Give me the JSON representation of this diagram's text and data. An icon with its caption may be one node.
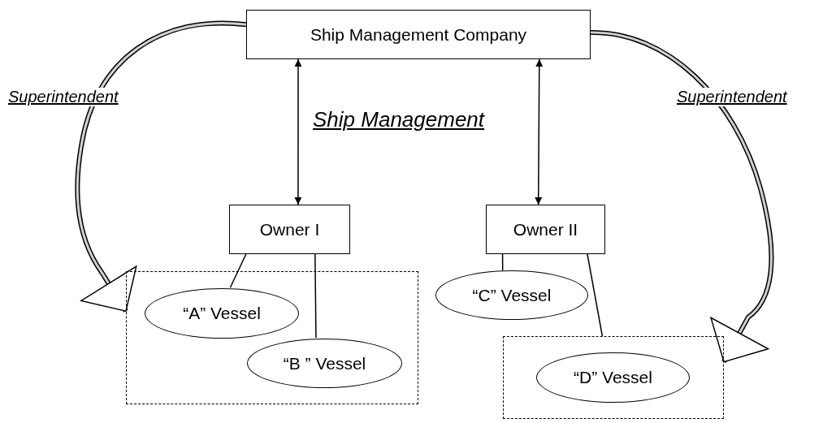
{
  "diagram": {
    "nodes": [
      {
        "text": [
          "Ship Management Company"
        ]
      },
      {
        "text": [
          "Owner I"
        ]
      },
      {
        "text": [
          "Owner II"
        ]
      },
      {
        "text": [],
        "shape": "box"
      },
      {
        "text": [
          "“A” Vessel"
        ],
        "in": 3
      },
      {
        "text": [
          "“B ” Vessel"
        ],
        "in": 3
      },
      {
        "text": [
          "“C” Vessel"
        ]
      },
      {
        "text": [],
        "shape": "box"
      },
      {
        "text": [
          "“D” Vessel"
        ],
        "in": 7
      }
    ],
    "edges": [
      {
        "from": 0,
        "to": 1,
        "arrow": "both"
      },
      {
        "from": 0,
        "to": 2,
        "arrow": "both"
      },
      {
        "from": 1,
        "to": 4,
        "arrow": "none"
      },
      {
        "from": 1,
        "to": 5,
        "arrow": "none"
      },
      {
        "from": 2,
        "to": 6,
        "arrow": "none"
      },
      {
        "from": 2,
        "to": 7,
        "arrow": "none"
      },
      {
        "from": 0,
        "to": 3,
        "arrow": "to",
        "label": "Superintendent",
        "style": "thick"
      },
      {
        "from": 0,
        "to": 7,
        "arrow": "to",
        "label": "Superintendent",
        "style": "thick"
      }
    ],
    "labels": [
      "Ship Management"
    ]
  }
}
